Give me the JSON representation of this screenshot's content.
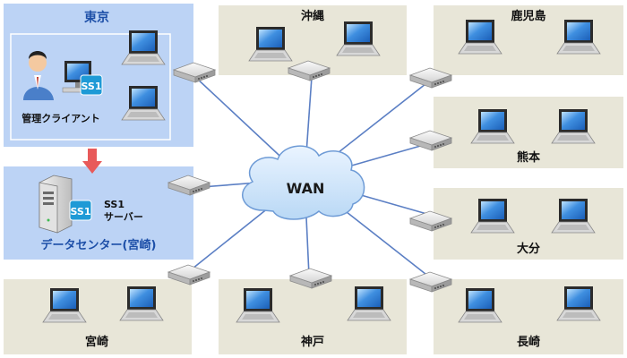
{
  "tokyo": {
    "title": "東京",
    "client_label": "管理クライアント",
    "ss1_logo": "SS1"
  },
  "datacenter": {
    "title": "データセンター(宮崎)",
    "server_label_line1": "SS1",
    "server_label_line2": "サーバー",
    "ss1_logo": "SS1"
  },
  "wan": {
    "label": "WAN"
  },
  "sites": {
    "okinawa": "沖縄",
    "kagoshima": "鹿児島",
    "kumamoto": "熊本",
    "oita": "大分",
    "nagasaki": "長崎",
    "kobe": "神戸",
    "miyazaki": "宮崎"
  },
  "colors": {
    "panel_bg": "#e8e6d8",
    "tokyo_bg": "#bcd3f5",
    "link_line": "#5b7fc4",
    "arrow": "#e85a5a",
    "heading_blue": "#1d4fa8",
    "ss1_blue": "#1e9ad6"
  }
}
